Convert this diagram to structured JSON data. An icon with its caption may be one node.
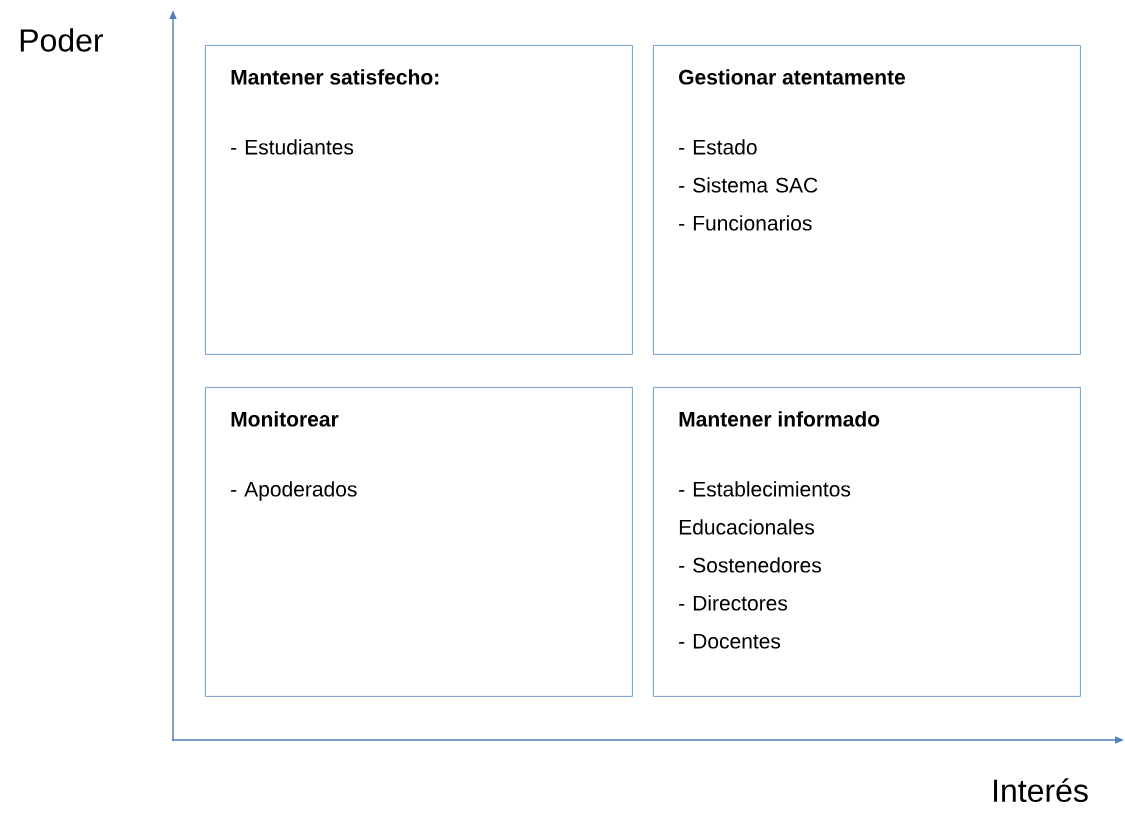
{
  "diagram": {
    "nodes": [
      {
        "text": [
          "Mantener satisfecho:",
          "- Estudiantes"
        ]
      },
      {
        "text": [
          "Gestionar atentamente",
          "- Estado",
          "- Sistema SAC",
          "- Funcionarios"
        ]
      },
      {
        "text": [
          "Monitorear",
          "- Apoderados"
        ]
      },
      {
        "text": [
          "Mantener informado",
          "- Establecimientos Educacionales",
          "- Sostenedores",
          "- Directores",
          "- Docentes"
        ]
      }
    ],
    "labels": [
      "Poder",
      "Interés"
    ]
  }
}
